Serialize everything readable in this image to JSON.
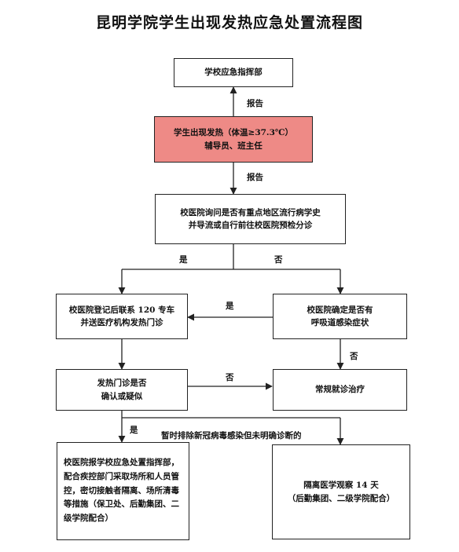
{
  "title": "昆明学院学生出现发热应急处置流程图",
  "boxes": {
    "command": "学校应急指挥部",
    "fever_line1": "学生出现发热（体温≥37.3℃）",
    "fever_line2": "辅导员、班主任",
    "clinic_ask_line1": "校医院询问是否有重点地区流行病学史",
    "clinic_ask_line2": "并导流或自行前往校医院预检分诊",
    "register_line1": "校医院登记后联系 120 专车",
    "register_line2": "并送医疗机构发热门诊",
    "symptom_line1": "校医院确定是否有",
    "symptom_line2": "呼吸道感染症状",
    "fever_clinic_line1": "发热门诊是否",
    "fever_clinic_line2": "确认或疑似",
    "routine": "常规就诊治疗",
    "report_box": "校医院报学校应急处置指挥部，配合疾控部门采取场所和人员管控，密切接触者隔离、场所清毒等措施（保卫处、后勤集团、二级学院配合）",
    "isolate_line1": "隔离医学观察 14 天",
    "isolate_line2": "（后勤集团、二级学院配合）"
  },
  "labels": {
    "report1": "报告",
    "report2": "报告",
    "yes1": "是",
    "no1": "否",
    "yes2": "是",
    "no2": "否",
    "no3": "否",
    "yes3": "是",
    "excluded": "暂时排除新冠病毒感染但未明确诊断的"
  }
}
